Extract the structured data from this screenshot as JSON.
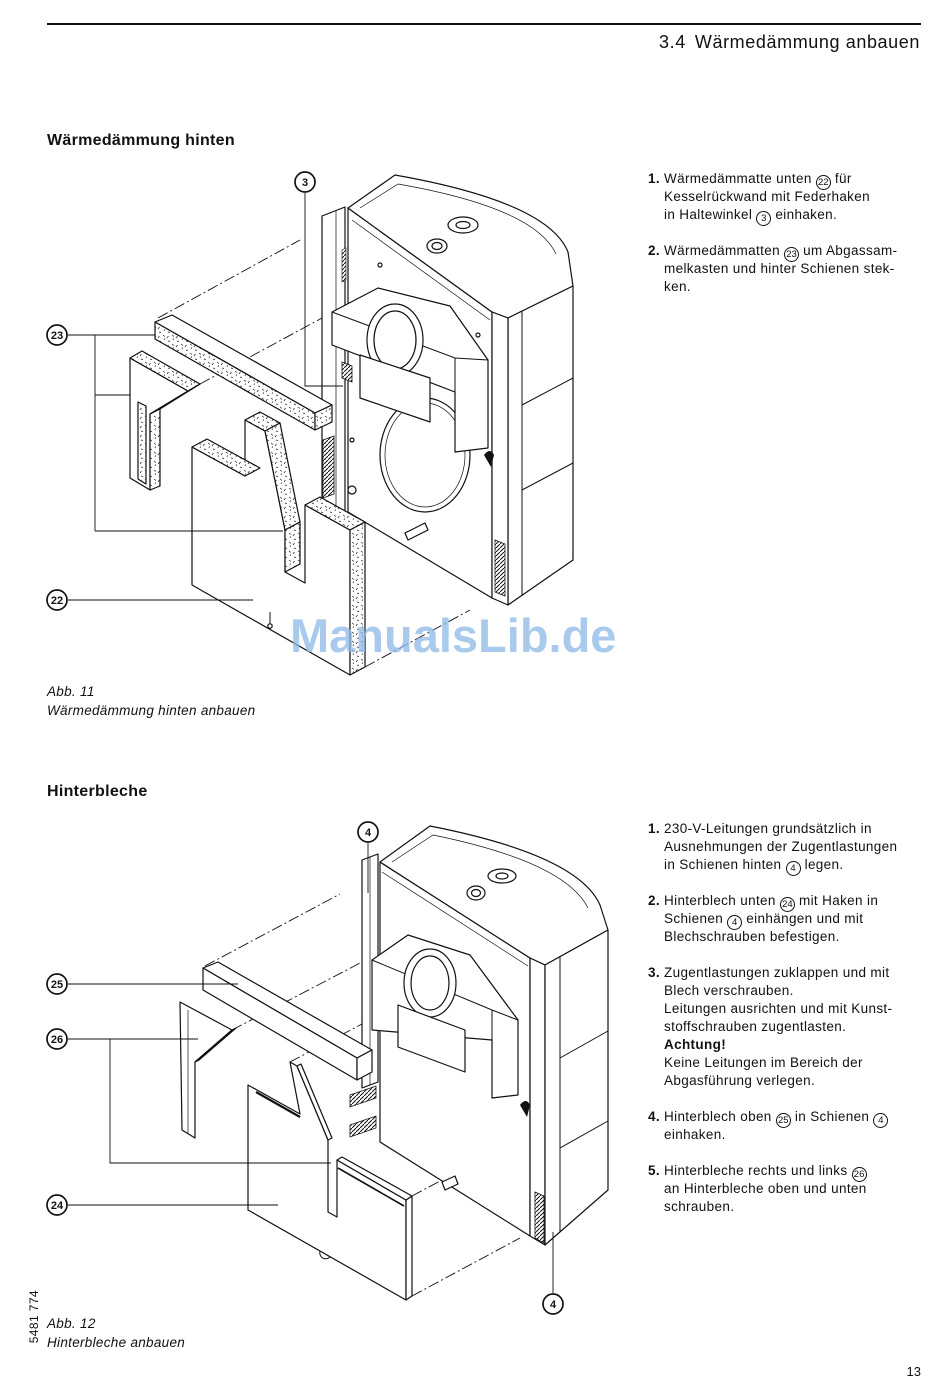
{
  "header": {
    "section_number": "3.4",
    "section_title": "Wärmedämmung anbauen"
  },
  "section_rear_insulation": {
    "heading": "Wärmedämmung hinten",
    "figure": {
      "callouts": {
        "holding_bracket": "3",
        "insulation_mats": "23",
        "insulation_mat_bottom": "22"
      },
      "caption_label": "Abb. 11",
      "caption_text": "Wärmedämmung hinten anbauen"
    },
    "steps": [
      {
        "num": "1.",
        "lines": [
          [
            {
              "t": "Wärmedämmatte unten "
            },
            {
              "ref": "22"
            },
            {
              "t": " für"
            }
          ],
          [
            {
              "t": "Kesselrückwand mit Federhaken"
            }
          ],
          [
            {
              "t": "in Haltewinkel "
            },
            {
              "ref": "3"
            },
            {
              "t": " einhaken."
            }
          ]
        ]
      },
      {
        "num": "2.",
        "lines": [
          [
            {
              "t": "Wärmedämmatten "
            },
            {
              "ref": "23"
            },
            {
              "t": " um Abgassam-"
            }
          ],
          [
            {
              "t": "melkasten und hinter Schienen stek-"
            }
          ],
          [
            {
              "t": "ken."
            }
          ]
        ]
      }
    ]
  },
  "section_rear_panels": {
    "heading": "Hinterbleche",
    "figure": {
      "callouts": {
        "rails_top": "4",
        "panel_top": "25",
        "panels_side": "26",
        "panel_bottom": "24",
        "rails_bottom": "4"
      },
      "caption_label": "Abb. 12",
      "caption_text": "Hinterbleche anbauen"
    },
    "steps": [
      {
        "num": "1.",
        "lines": [
          [
            {
              "t": "230-V-Leitungen grundsätzlich in"
            }
          ],
          [
            {
              "t": "Ausnehmungen der Zugentlastungen"
            }
          ],
          [
            {
              "t": "in Schienen hinten "
            },
            {
              "ref": "4"
            },
            {
              "t": " legen."
            }
          ]
        ]
      },
      {
        "num": "2.",
        "lines": [
          [
            {
              "t": "Hinterblech unten "
            },
            {
              "ref": "24"
            },
            {
              "t": " mit Haken in"
            }
          ],
          [
            {
              "t": "Schienen "
            },
            {
              "ref": "4"
            },
            {
              "t": " einhängen und mit"
            }
          ],
          [
            {
              "t": "Blechschrauben befestigen."
            }
          ]
        ]
      },
      {
        "num": "3.",
        "lines": [
          [
            {
              "t": "Zugentlastungen zuklappen und mit"
            }
          ],
          [
            {
              "t": "Blech verschrauben."
            }
          ],
          [
            {
              "t": "Leitungen ausrichten und mit Kunst-"
            }
          ],
          [
            {
              "t": "stoffschrauben zugentlasten."
            }
          ],
          [
            {
              "b": "Achtung!"
            }
          ],
          [
            {
              "t": "Keine Leitungen im Bereich der"
            }
          ],
          [
            {
              "t": "Abgasführung verlegen."
            }
          ]
        ]
      },
      {
        "num": "4.",
        "lines": [
          [
            {
              "t": "Hinterblech oben "
            },
            {
              "ref": "25"
            },
            {
              "t": " in Schienen "
            },
            {
              "ref": "4"
            }
          ],
          [
            {
              "t": "einhaken."
            }
          ]
        ]
      },
      {
        "num": "5.",
        "lines": [
          [
            {
              "t": "Hinterbleche rechts und links "
            },
            {
              "ref": "26"
            }
          ],
          [
            {
              "t": "an Hinterbleche oben und unten"
            }
          ],
          [
            {
              "t": "schrauben."
            }
          ]
        ]
      }
    ]
  },
  "watermark": "ManualsLib.de",
  "document_number": "5481 774",
  "page_number": "13",
  "colors": {
    "text": "#111111",
    "watermark": "#8db9e6"
  }
}
